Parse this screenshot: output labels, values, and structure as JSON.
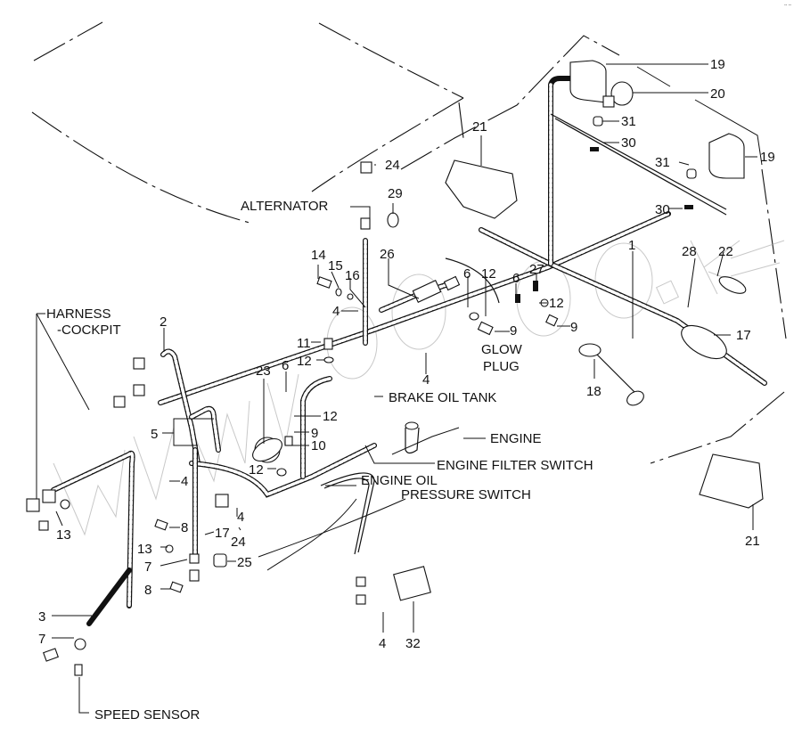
{
  "diagram": {
    "title": "Wiring Harness Parts Diagram",
    "corner_mark": "-- --",
    "watermark": "www.unicom.kz",
    "text_labels": {
      "alternator": "ALTERNATOR",
      "harness_cockpit_1": "HARNESS",
      "harness_cockpit_2": "-COCKPIT",
      "glow_plug_1": "GLOW",
      "glow_plug_2": "PLUG",
      "brake_oil_tank": "BRAKE OIL TANK",
      "engine": "ENGINE",
      "engine_filter_switch": "ENGINE FILTER SWITCH",
      "engine_oil_1": "ENGINE OIL",
      "engine_oil_2": "PRESSURE SWITCH",
      "speed_sensor": "SPEED SENSOR"
    },
    "callouts": {
      "c19a": "19",
      "c20": "20",
      "c31a": "31",
      "c30a": "30",
      "c19b": "19",
      "c31b": "31",
      "c30b": "30",
      "c21a": "21",
      "c24a": "24",
      "c29": "29",
      "c26": "26",
      "c14": "14",
      "c15": "15",
      "c16": "16",
      "c4a": "4",
      "c11": "11",
      "c12a": "12",
      "c2": "2",
      "c23": "23",
      "c6a": "6",
      "c12b": "12",
      "c9a": "9",
      "c10": "10",
      "c12c": "12",
      "c5": "5",
      "c6b": "6",
      "c12d": "12",
      "c6c": "6",
      "c27": "27",
      "c12e": "12",
      "c9b": "9",
      "c9c": "9",
      "c4b": "4",
      "c1": "1",
      "c28": "28",
      "c22": "22",
      "c17a": "17",
      "c18": "18",
      "c21b": "21",
      "c4c": "4",
      "c13a": "13",
      "c8a": "8",
      "c17b": "17",
      "c4d": "4",
      "c24b": "24",
      "c13b": "13",
      "c7a": "7",
      "c25": "25",
      "c8b": "8",
      "c3": "3",
      "c7b": "7",
      "c4e": "4",
      "c32": "32"
    }
  }
}
